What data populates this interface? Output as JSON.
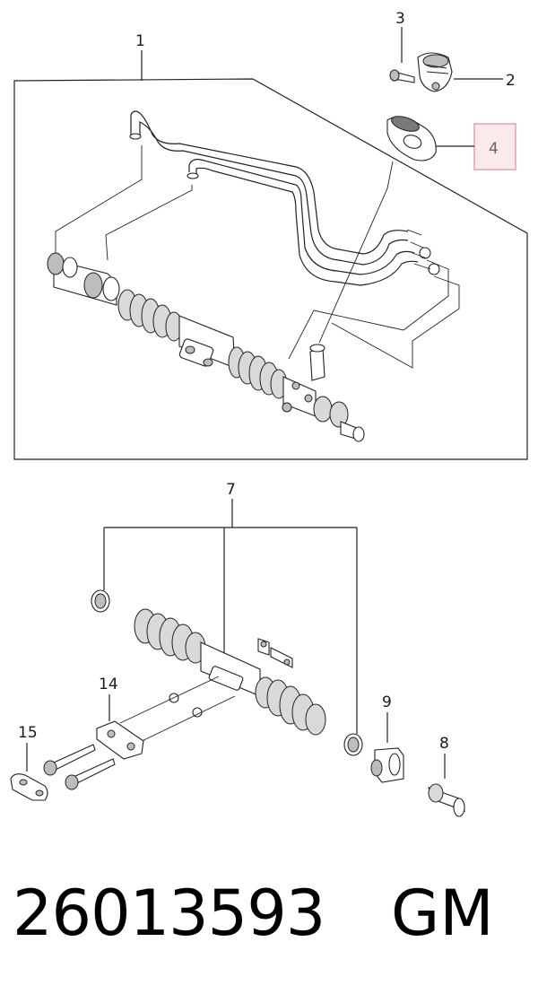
{
  "diagram": {
    "upper_group": {
      "callouts": [
        {
          "id": "c1",
          "label": "1"
        },
        {
          "id": "c2",
          "label": "2"
        },
        {
          "id": "c3",
          "label": "3"
        },
        {
          "id": "c4",
          "label": "4",
          "highlighted": true
        }
      ],
      "highlight_color": "#e8a0a8"
    },
    "lower_group": {
      "callouts": [
        {
          "id": "c7",
          "label": "7"
        },
        {
          "id": "c8",
          "label": "8"
        },
        {
          "id": "c9",
          "label": "9"
        },
        {
          "id": "c14",
          "label": "14"
        },
        {
          "id": "c15",
          "label": "15"
        }
      ]
    }
  },
  "footer": {
    "part_number": "26013593",
    "brand": "GM"
  }
}
